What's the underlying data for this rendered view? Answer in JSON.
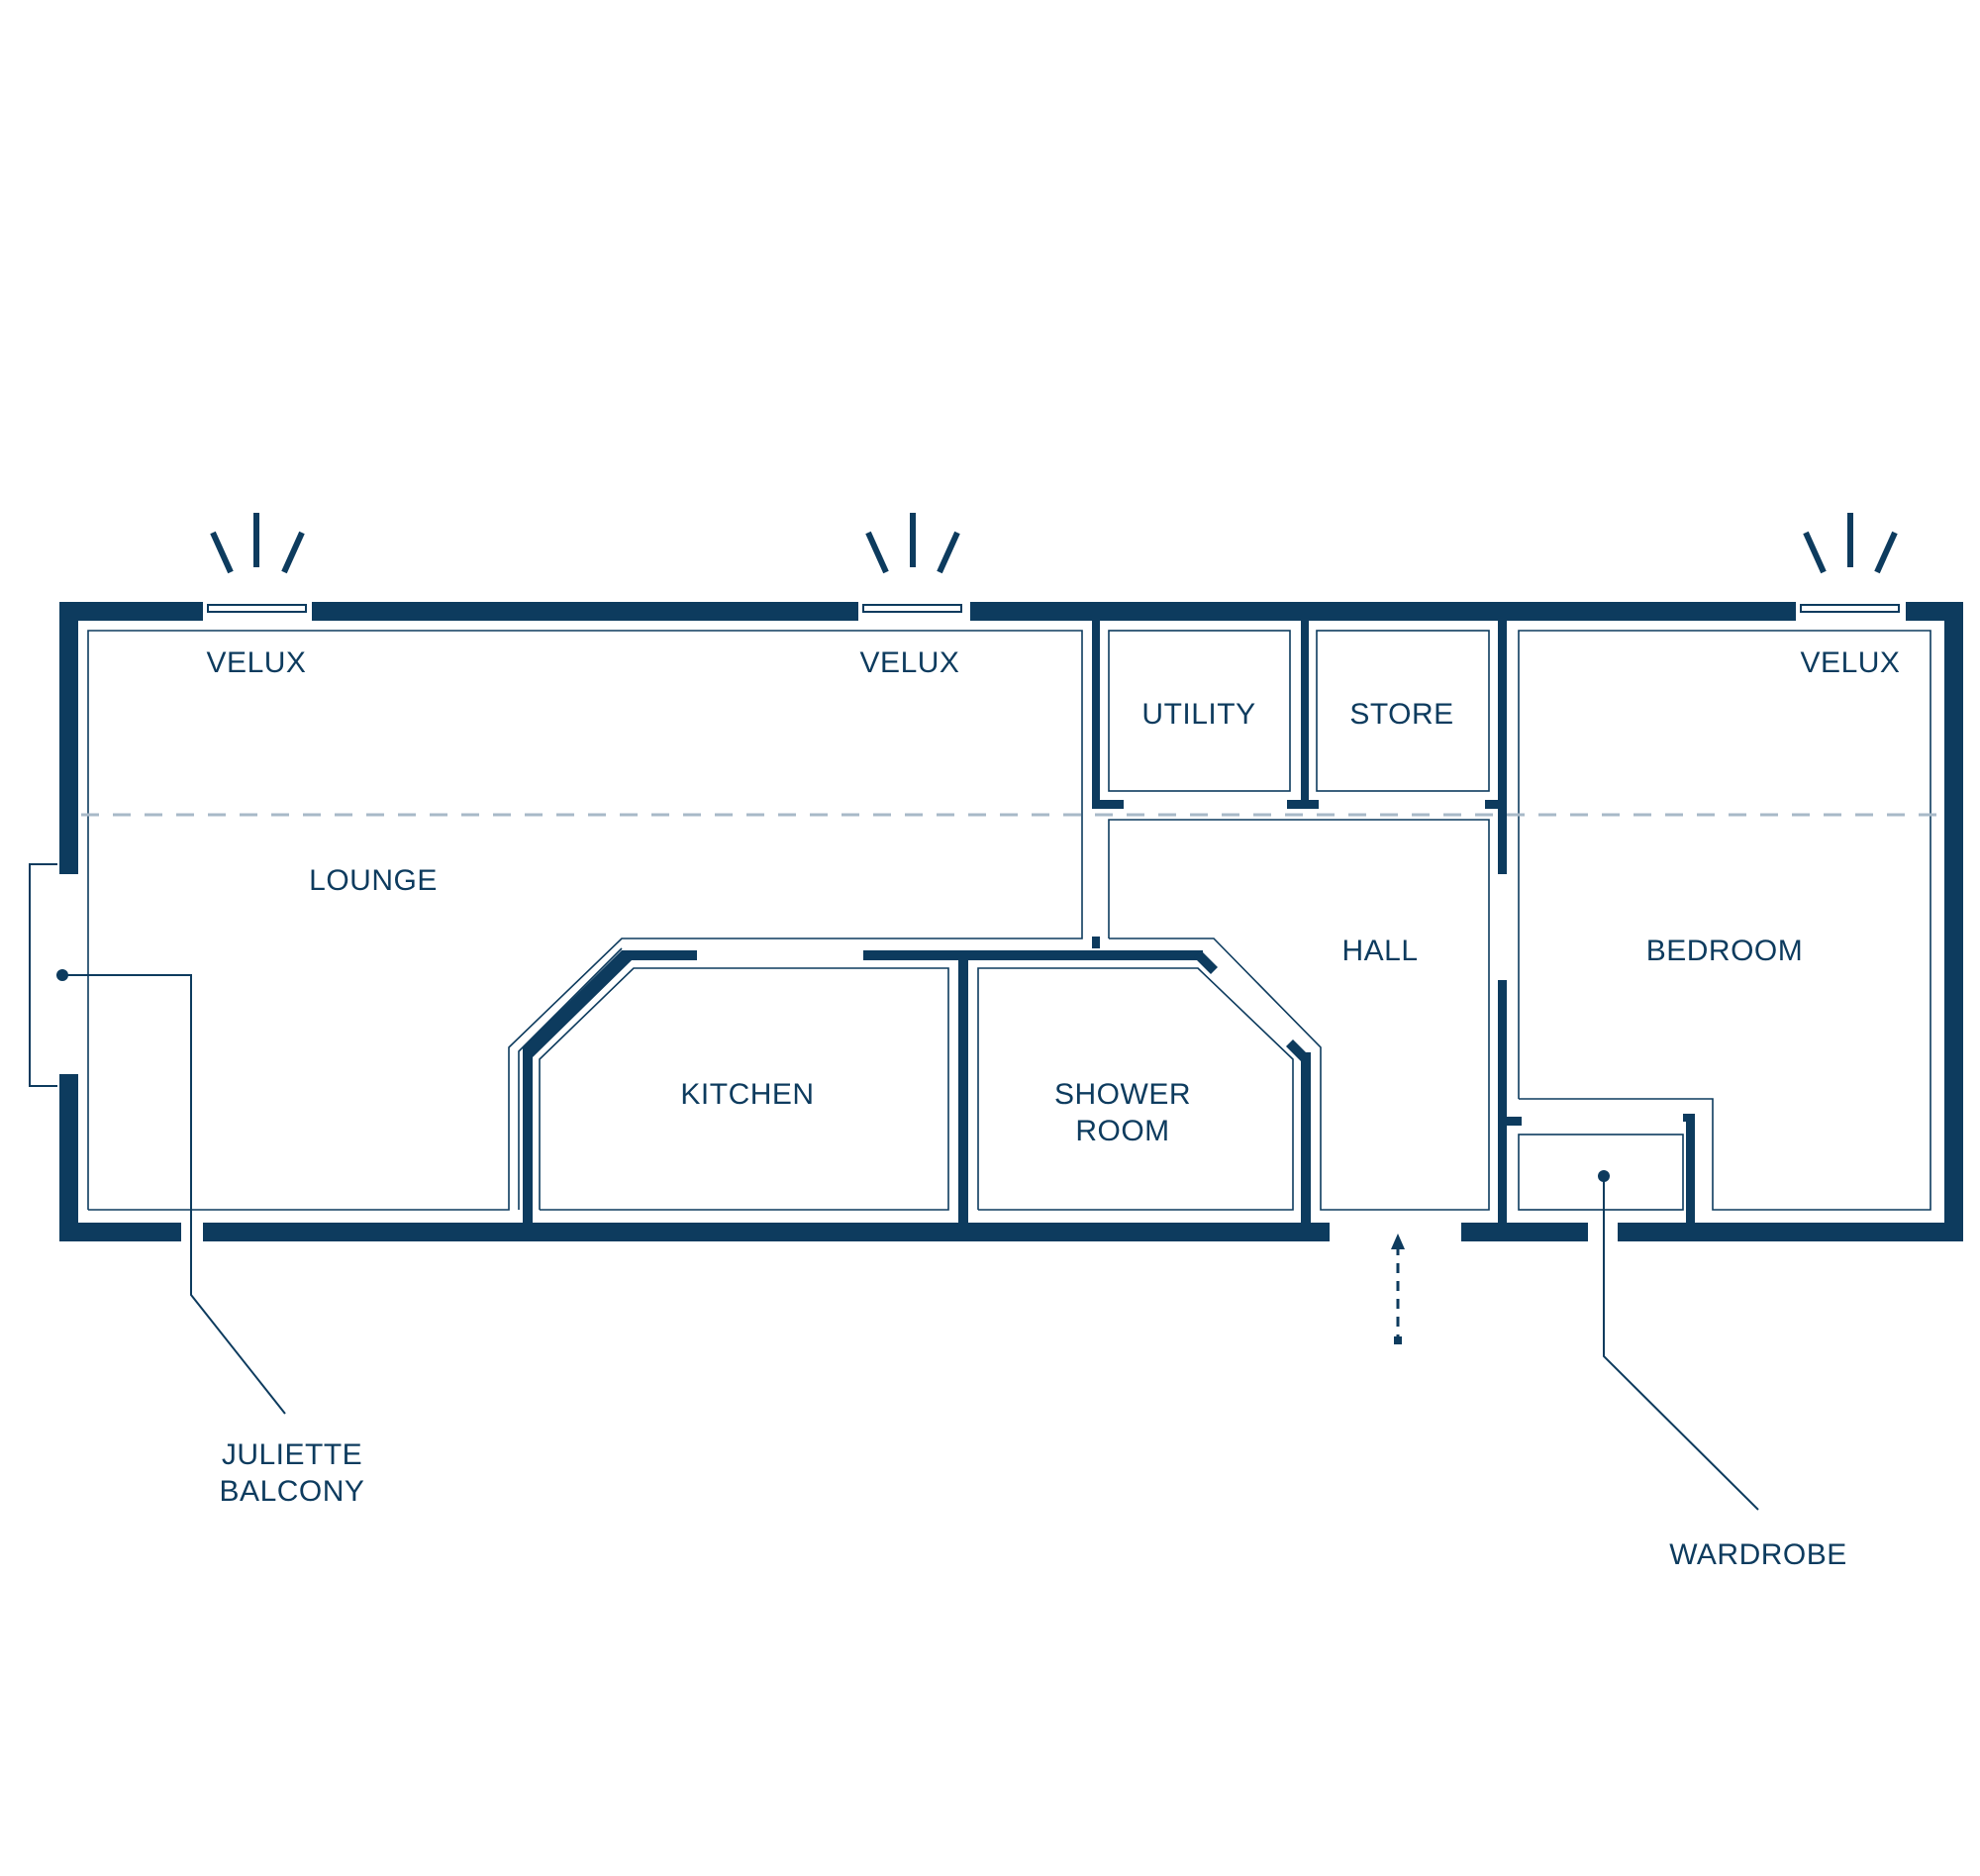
{
  "rooms": {
    "lounge": "LOUNGE",
    "kitchen": "KITCHEN",
    "shower_room_line1": "SHOWER",
    "shower_room_line2": "ROOM",
    "utility": "UTILITY",
    "store": "STORE",
    "hall": "HALL",
    "bedroom": "BEDROOM"
  },
  "windows": {
    "velux_1": "VELUX",
    "velux_2": "VELUX",
    "velux_3": "VELUX"
  },
  "callouts": {
    "juliette_balcony_line1": "JULIETTE",
    "juliette_balcony_line2": "BALCONY",
    "wardrobe": "WARDROBE"
  },
  "colors": {
    "wall": "#0d3b5e",
    "slope_line": "#a8b9c8",
    "background": "#ffffff"
  }
}
